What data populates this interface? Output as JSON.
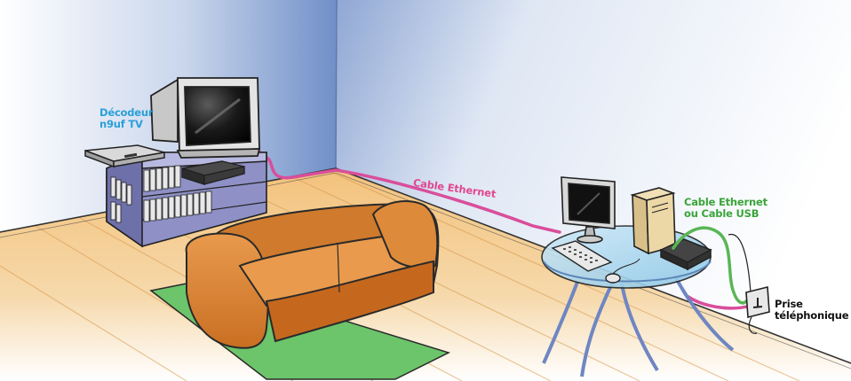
{
  "labels": {
    "decodeur": [
      "Décodeur",
      "n9uf TV"
    ],
    "cable_ethernet": "Cable Ethernet",
    "cable_ethernet_usb": [
      "Cable Ethernet",
      "ou Cable USB"
    ],
    "prise": [
      "Prise",
      "téléphonique"
    ]
  },
  "colors": {
    "cable_pink": "#d94e9b",
    "cable_green": "#59b655",
    "label_blue": "#2a9fd8",
    "sofa_orange": "#dd8a3a",
    "floor_wood": "#f0c98a",
    "wall_blue": "#9fb8dc",
    "rug_green": "#6cc46b",
    "table_glass": "#a9d6ee"
  },
  "icons": [
    "television-icon",
    "decoder-box-icon",
    "sofa-icon",
    "computer-monitor-icon",
    "computer-tower-icon",
    "keyboard-icon",
    "mouse-icon",
    "modem-box-icon",
    "phone-socket-icon"
  ]
}
